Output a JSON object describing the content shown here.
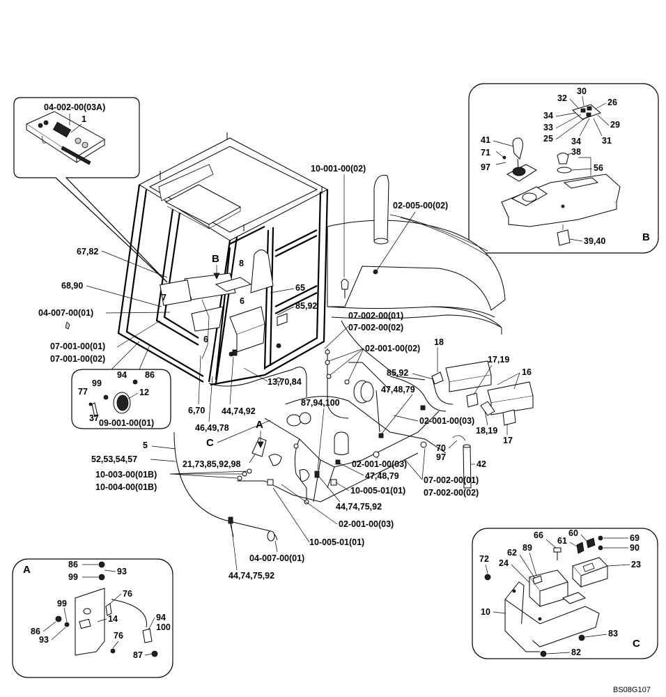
{
  "drawing_code": "BS08G107",
  "detail_views": {
    "A": {
      "letter": "A",
      "labels": [
        "86",
        "93",
        "99",
        "76",
        "14",
        "94",
        "100",
        "99",
        "86",
        "93",
        "76",
        "87"
      ]
    },
    "B": {
      "letter": "B",
      "labels": [
        "30",
        "32",
        "26",
        "34",
        "33",
        "25",
        "29",
        "34",
        "31",
        "41",
        "71",
        "97",
        "38",
        "56",
        "39,40"
      ]
    },
    "C": {
      "letter": "C",
      "labels": [
        "66",
        "61",
        "60",
        "69",
        "90",
        "72",
        "89",
        "62",
        "24",
        "23",
        "10",
        "83",
        "82"
      ]
    }
  },
  "inset_top_left": {
    "code": "04-002-00(03A)",
    "item": "1"
  },
  "inset_left": {
    "labels": [
      "94",
      "86",
      "99",
      "77",
      "12",
      "37"
    ],
    "code": "09-001-00(01)"
  },
  "view_callouts": {
    "b": "B",
    "a": "A",
    "c": "C"
  },
  "main_labels": {
    "l_67_82": "67,82",
    "l_68_90": "68,90",
    "l_7": "7",
    "l_6a": "6",
    "l_8": "8",
    "l_65": "65",
    "l_6b": "6",
    "l_85_92a": "85,92",
    "l_6_70": "6,70",
    "l_46_49_78": "46,49,78",
    "l_44_74_92": "44,74,92",
    "l_13_70_84": "13,70,84",
    "l_5": "5",
    "l_52_57": "52,53,54,57",
    "l_21_98": "21,73,85,92,98",
    "l_85_92b": "85,92",
    "l_47_48_79a": "47,48,79",
    "l_87_94_100": "87,94,100",
    "l_47_48_79b": "47,48,79",
    "l_44_74_75_92a": "44,74,75,92",
    "l_44_74_75_92b": "44,74,75,92",
    "l_18": "18",
    "l_17_19": "17,19",
    "l_16": "16",
    "l_18_19": "18,19",
    "l_17": "17",
    "l_70": "70",
    "l_97": "97",
    "l_42": "42"
  },
  "main_codes": {
    "c_10_001": "10-001-00(02)",
    "c_02_005": "02-005-00(02)",
    "c_04_007a": "04-007-00(01)",
    "c_07_001a": "07-001-00(01)",
    "c_07_001b": "07-001-00(02)",
    "c_07_002a": "07-002-00(01)",
    "c_07_002b": "07-002-00(02)",
    "c_02_001a": "02-001-00(02)",
    "c_02_001b": "02-001-00(03)",
    "c_02_001c": "02-001-00(03)",
    "c_02_001d": "02-001-00(03)",
    "c_10_003": "10-003-00(01B)",
    "c_10_004": "10-004-00(01B)",
    "c_10_005a": "10-005-01(01)",
    "c_10_005b": "10-005-01(01)",
    "c_07_002c": "07-002-00(01)",
    "c_07_002d": "07-002-00(02)",
    "c_04_007b": "04-007-00(01)"
  }
}
